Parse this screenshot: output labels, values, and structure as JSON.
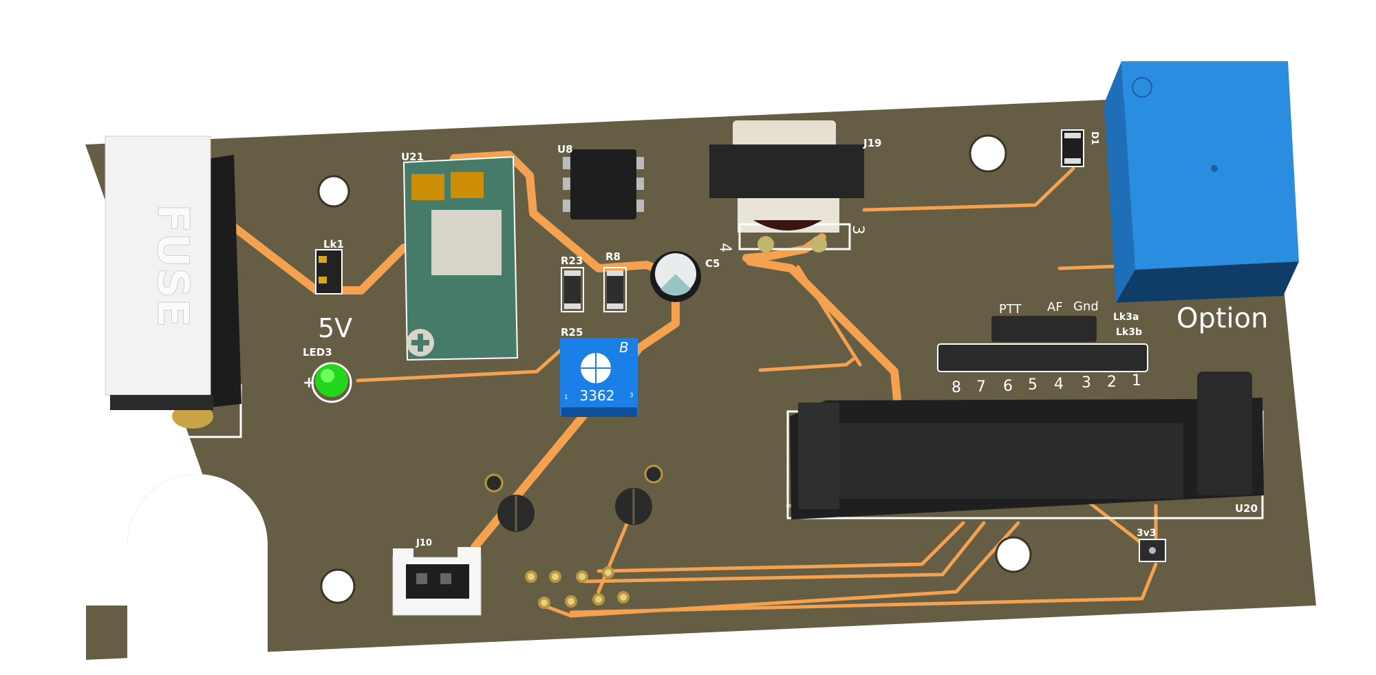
{
  "board": {
    "colors": {
      "substrate": "#665d45",
      "trace": "#f4a150",
      "silk": "#ffffff",
      "relay": "#2b8de0",
      "pot": "#1a7fe6",
      "module": "#467b69",
      "led": "#22d61c"
    },
    "fuse": {
      "label": "FUSE"
    },
    "lk1": {
      "ref": "Lk1",
      "value": "5V"
    },
    "u21": {
      "ref": "U21"
    },
    "u8": {
      "ref": "U8"
    },
    "j19": {
      "ref": "J19",
      "pin_left": "4",
      "pin_right": "3"
    },
    "r23": {
      "ref": "R23"
    },
    "r8": {
      "ref": "R8"
    },
    "c5": {
      "ref": "C5"
    },
    "r25": {
      "ref": "R25",
      "marking": "3362",
      "pin1": "1",
      "pin3": "3",
      "brand": "B"
    },
    "led3": {
      "ref": "LED3",
      "polarity": "+"
    },
    "d1": {
      "ref": "D1"
    },
    "relay": {
      "label": "Option"
    },
    "lk3": {
      "ref_a": "Lk3a",
      "ref_b": "Lk3b",
      "top_labels": [
        "PTT",
        "AF",
        "Gnd"
      ],
      "pin_numbers": [
        "8",
        "7",
        "6",
        "5",
        "4",
        "3",
        "2",
        "1"
      ]
    },
    "u20": {
      "ref": "U20"
    },
    "reg3v3": {
      "ref": "3v3"
    },
    "j10": {
      "ref": "J10"
    }
  }
}
